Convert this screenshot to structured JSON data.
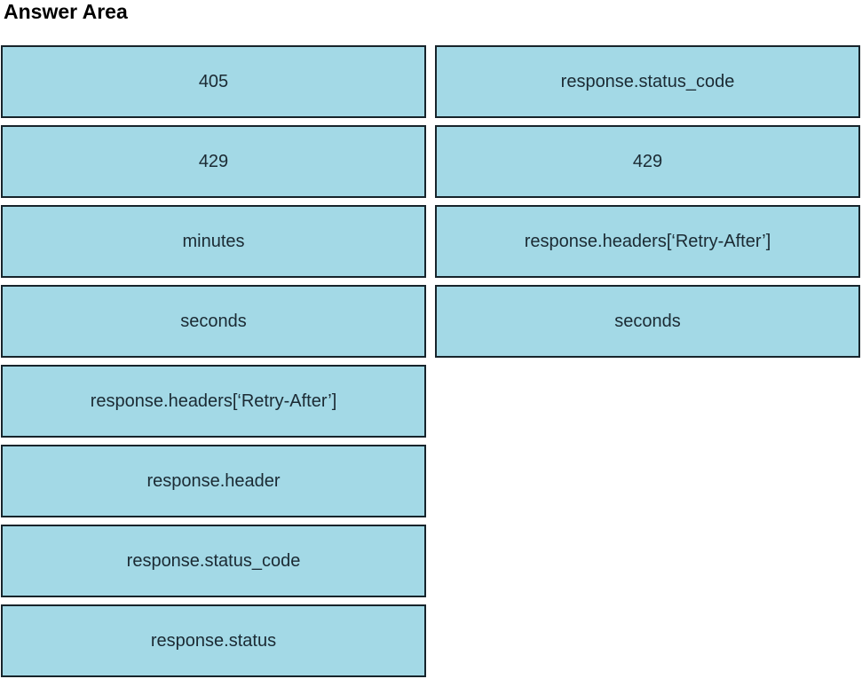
{
  "title": "Answer Area",
  "colors": {
    "box_fill": "#A3D9E6",
    "box_border": "#17242B",
    "box_text": "#1B2A33",
    "page_bg": "#FFFFFF",
    "title_color": "#000000"
  },
  "left_column": [
    "405",
    "429",
    "minutes",
    "seconds",
    "response.headers[‘Retry-After’]",
    "response.header",
    "response.status_code",
    "response.status"
  ],
  "right_column": [
    "response.status_code",
    "429",
    "response.headers[‘Retry-After’]",
    "seconds"
  ]
}
